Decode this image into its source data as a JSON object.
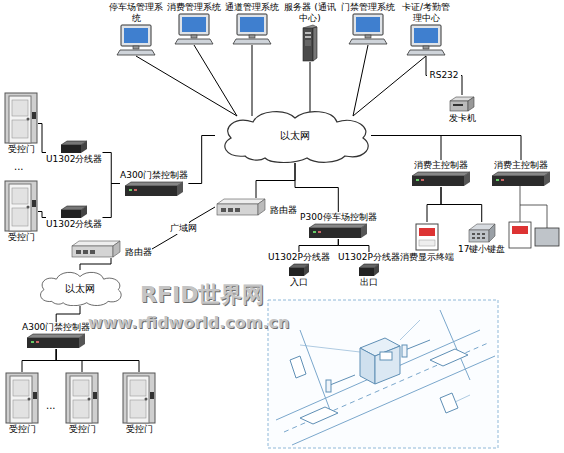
{
  "diagram": {
    "nodes": [
      {
        "text": [
          "停车场管理系统"
        ]
      },
      {
        "text": [
          "消费管理系统"
        ]
      },
      {
        "text": [
          "通道管理系统"
        ]
      },
      {
        "text": [
          "服务器 (通讯中心)"
        ]
      },
      {
        "text": [
          "门禁管理系统"
        ]
      },
      {
        "text": [
          "卡证/考勤管理中心"
        ]
      },
      {
        "text": [
          "发卡机"
        ]
      },
      {
        "text": [
          "以太网"
        ]
      },
      {
        "text": [
          "受控门"
        ]
      },
      {
        "text": [
          "U1302分线器"
        ]
      },
      {
        "text": [
          "受控门"
        ]
      },
      {
        "text": [
          "U1302分线器"
        ]
      },
      {
        "text": [
          "A300门禁控制器"
        ]
      },
      {
        "text": [
          "消费主控制器"
        ]
      },
      {
        "text": [
          "消费主控制器"
        ]
      },
      {
        "text": [
          "路由器"
        ]
      },
      {
        "text": [
          "P300停车场控制器"
        ]
      },
      {
        "text": [
          "消费显示终端"
        ]
      },
      {
        "text": [
          "17键小键盘"
        ]
      },
      {
        "text": [
          "路由器"
        ]
      },
      {
        "text": [
          "U1302P分线器",
          "入口"
        ]
      },
      {
        "text": [
          "U1302P分线器",
          "出口"
        ]
      },
      {
        "text": [
          "以太网"
        ]
      },
      {
        "text": [
          "A300门禁控制器"
        ]
      },
      {
        "text": [
          "受控门"
        ]
      },
      {
        "text": [
          "受控门"
        ]
      },
      {
        "text": [
          "受控门"
        ]
      }
    ],
    "edges": [
      {
        "from": 0,
        "to": 7,
        "arrow": "none"
      },
      {
        "from": 1,
        "to": 7,
        "arrow": "none"
      },
      {
        "from": 2,
        "to": 7,
        "arrow": "none"
      },
      {
        "from": 3,
        "to": 7,
        "arrow": "none"
      },
      {
        "from": 4,
        "to": 7,
        "arrow": "none"
      },
      {
        "from": 5,
        "to": 7,
        "arrow": "none"
      },
      {
        "from": 5,
        "to": 6,
        "label": "RS232",
        "arrow": "none"
      },
      {
        "from": 7,
        "to": 12,
        "arrow": "none"
      },
      {
        "from": 12,
        "to": 9,
        "arrow": "none"
      },
      {
        "from": 12,
        "to": 11,
        "arrow": "none"
      },
      {
        "from": 9,
        "to": 8,
        "arrow": "none"
      },
      {
        "from": 11,
        "to": 10,
        "arrow": "none"
      },
      {
        "from": 7,
        "to": 15,
        "arrow": "none"
      },
      {
        "from": 15,
        "to": 19,
        "label": "广域网",
        "arrow": "none"
      },
      {
        "from": 19,
        "to": 22,
        "arrow": "none"
      },
      {
        "from": 22,
        "to": 23,
        "arrow": "none"
      },
      {
        "from": 23,
        "to": 24,
        "arrow": "none"
      },
      {
        "from": 23,
        "to": 25,
        "arrow": "none"
      },
      {
        "from": 23,
        "to": 26,
        "arrow": "none"
      },
      {
        "from": 7,
        "to": 16,
        "arrow": "none"
      },
      {
        "from": 16,
        "to": 20,
        "arrow": "none"
      },
      {
        "from": 16,
        "to": 21,
        "arrow": "none"
      },
      {
        "from": 7,
        "to": 13,
        "arrow": "none"
      },
      {
        "from": 7,
        "to": 14,
        "arrow": "none"
      },
      {
        "from": 13,
        "to": 17,
        "arrow": "none"
      },
      {
        "from": 13,
        "to": 18,
        "arrow": "none"
      }
    ],
    "labels": [
      "...",
      "...",
      "RFID世界网",
      "www.rfidworld.com.cn"
    ]
  }
}
